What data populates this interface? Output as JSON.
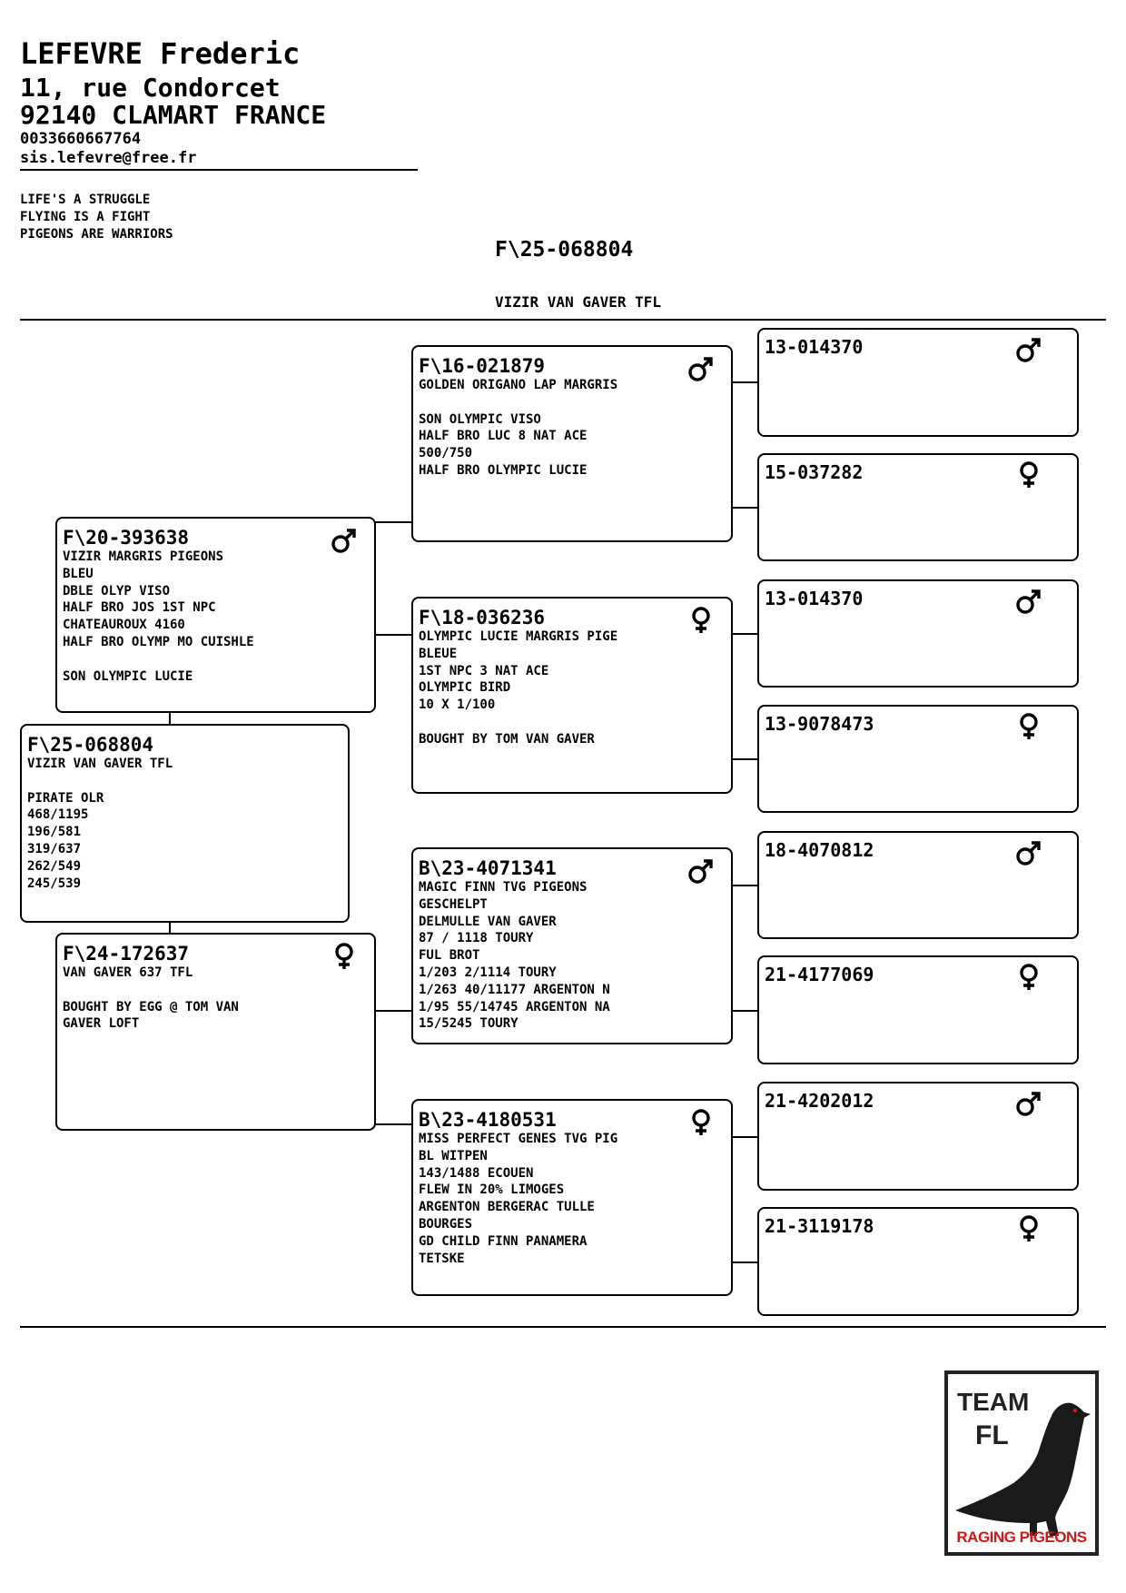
{
  "owner": {
    "name": "LEFEVRE Frederic",
    "street": "11, rue Condorcet",
    "city": "92140 CLAMART FRANCE",
    "phone": "0033660667764",
    "email": "sis.lefevre@free.fr"
  },
  "motto": "LIFE'S A STRUGGLE\nFLYING IS A FIGHT\nPIGEONS ARE WARRIORS",
  "subject": {
    "ring": "F\\25-068804",
    "name": "VIZIR VAN GAVER TFL"
  },
  "pedigree": {
    "bird": {
      "ring": "F\\25-068804",
      "lines": "VIZIR VAN GAVER TFL\n\nPIRATE OLR\n468/1195\n196/581\n319/637\n262/549\n245/539"
    },
    "sire": {
      "ring": "F\\20-393638",
      "sex": "male",
      "lines": "VIZIR MARGRIS PIGEONS\nBLEU\nDBLE OLYP VISO\nHALF BRO JOS 1ST NPC\nCHATEAUROUX 4160\nHALF BRO OLYMP MO CUISHLE\n\nSON OLYMPIC LUCIE"
    },
    "dam": {
      "ring": "F\\24-172637",
      "sex": "female",
      "lines": "VAN GAVER 637 TFL\n\nBOUGHT BY EGG @ TOM VAN\nGAVER LOFT"
    },
    "sire_sire": {
      "ring": "F\\16-021879",
      "sex": "male",
      "lines": "GOLDEN ORIGANO LAP MARGRIS\n\nSON OLYMPIC VISO\nHALF BRO LUC 8 NAT ACE\n500/750\nHALF BRO OLYMPIC LUCIE"
    },
    "sire_dam": {
      "ring": "F\\18-036236",
      "sex": "female",
      "lines": "OLYMPIC LUCIE MARGRIS PIGE\nBLEUE\n1ST NPC 3 NAT ACE\nOLYMPIC BIRD\n10 X 1/100\n\nBOUGHT BY TOM VAN GAVER"
    },
    "dam_sire": {
      "ring": "B\\23-4071341",
      "sex": "male",
      "lines": "MAGIC FINN TVG PIGEONS\nGESCHELPT\nDELMULLE VAN GAVER\n87 / 1118 TOURY\nFUL BROT\n1/203 2/1114 TOURY\n1/263 40/11177 ARGENTON N\n1/95 55/14745 ARGENTON NA\n15/5245 TOURY"
    },
    "dam_dam": {
      "ring": "B\\23-4180531",
      "sex": "female",
      "lines": "MISS PERFECT GENES TVG PIG\nBL WITPEN\n143/1488 ECOUEN\nFLEW IN 20% LIMOGES\nARGENTON BERGERAC TULLE\nBOURGES\nGD CHILD FINN PANAMERA\nTETSKE"
    },
    "ggp": [
      {
        "ring": "13-014370",
        "sex": "male"
      },
      {
        "ring": "15-037282",
        "sex": "female"
      },
      {
        "ring": "13-014370",
        "sex": "male"
      },
      {
        "ring": "13-9078473",
        "sex": "female"
      },
      {
        "ring": "18-4070812",
        "sex": "male"
      },
      {
        "ring": "21-4177069",
        "sex": "female"
      },
      {
        "ring": "21-4202012",
        "sex": "male"
      },
      {
        "ring": "21-3119178",
        "sex": "female"
      }
    ]
  },
  "logo": {
    "line1": "TEAM",
    "line2": "FL",
    "tagline": "RAGING PIGEONS"
  },
  "colors": {
    "ink": "#000000",
    "logo_red": "#d01818",
    "pigeon": "#1a1a1a"
  }
}
